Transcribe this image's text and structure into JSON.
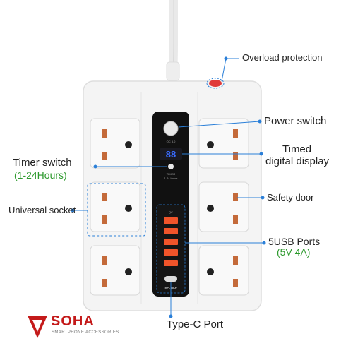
{
  "callouts": {
    "overload": "Overload protection",
    "power": "Power switch",
    "timed_line1": "Timed",
    "timed_line2": "digital display",
    "timer_line1": "Timer switch",
    "timer_line2": "(1-24Hours)",
    "universal": "Universal socket",
    "safety": "Safety door",
    "usb_line1": "5USB Ports",
    "usb_line2": "(5V 4A)",
    "typec": "Type-C Port"
  },
  "panel": {
    "qc_label": "QC 3.0",
    "display_digits": "88",
    "timer_text_line1": "TIMER",
    "timer_text_line2": "1-24 hours",
    "usb_label": "QC",
    "pd_label": "PD-18W"
  },
  "brand": {
    "name": "SOHA",
    "tagline": "SMARTPHONE ACCESSORIES"
  },
  "colors": {
    "callout_line": "#2a7fd8",
    "socket_orange": "#c46a3a",
    "usb_orange": "#f0542a",
    "highlight_green": "#2e9a2e",
    "brand_red": "#c41a1a"
  }
}
